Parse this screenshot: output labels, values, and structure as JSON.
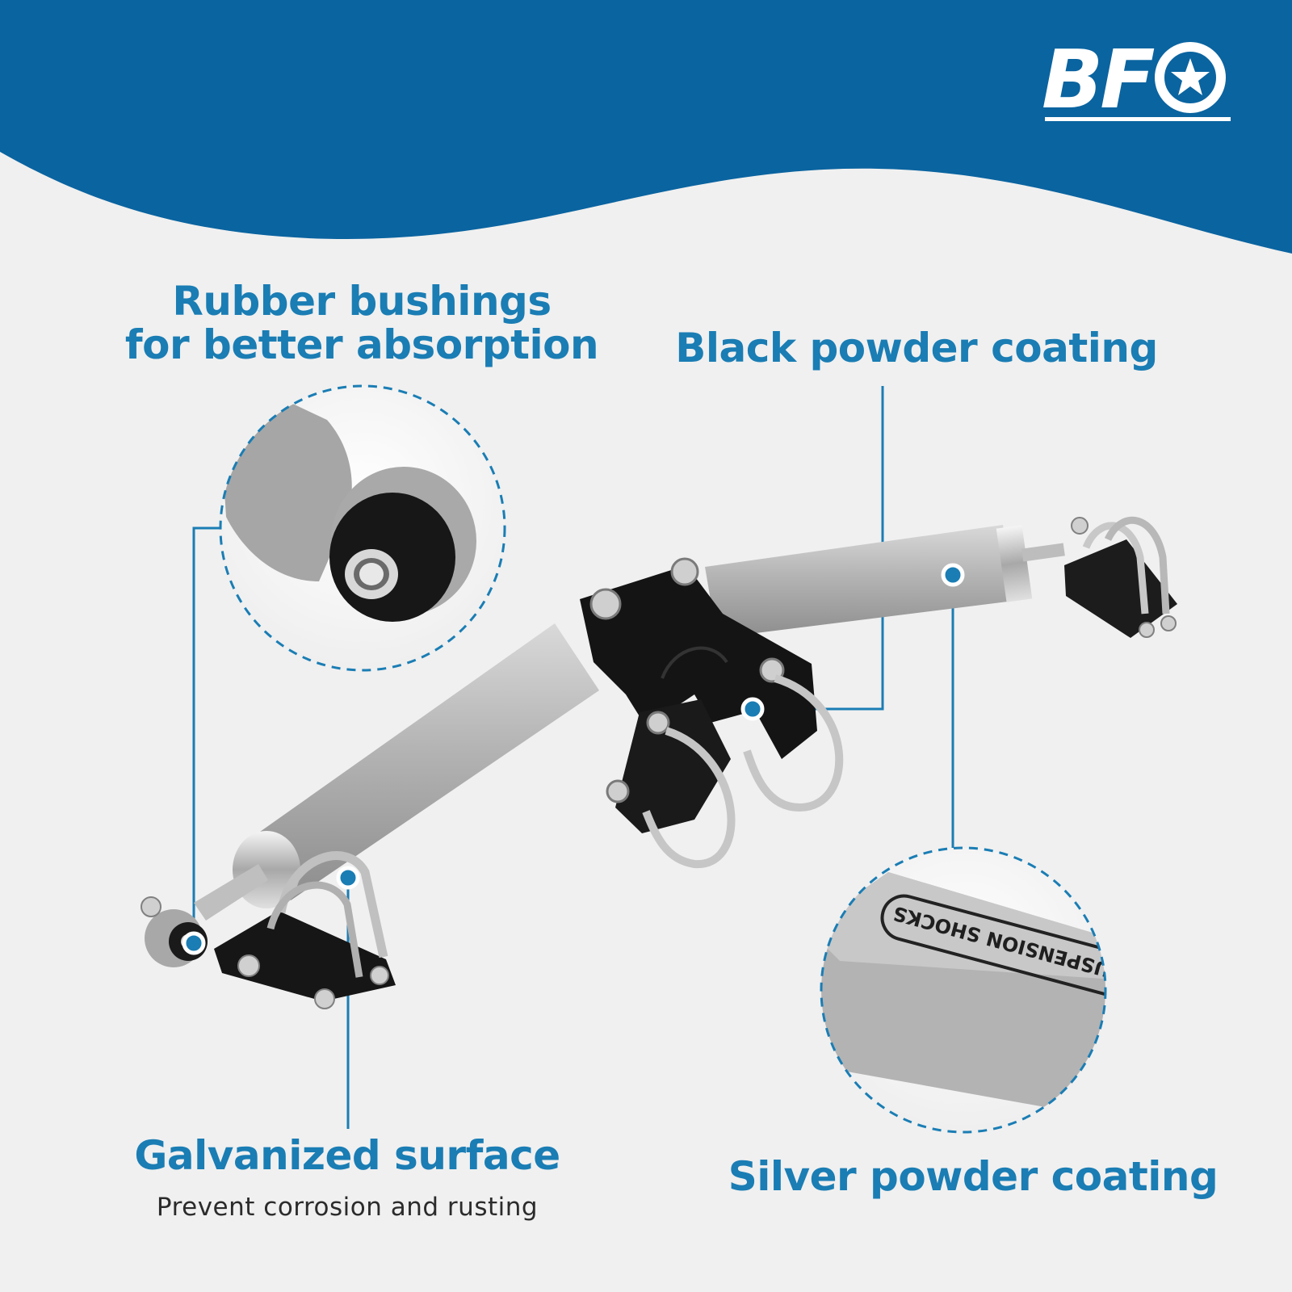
{
  "brand": {
    "logo_text": "BF",
    "color": "#ffffff",
    "icon": "star-circle-icon"
  },
  "colors": {
    "header_blue": "#0a64a0",
    "accent": "#1a7db4",
    "background": "#f0f0f0",
    "text_dark": "#2b2b2b"
  },
  "callouts": {
    "rubber": {
      "line1": "Rubber bushings",
      "line2": "for better absorption"
    },
    "black": {
      "title": "Black powder coating"
    },
    "galvanized": {
      "title": "Galvanized surface",
      "subtitle": "Prevent corrosion and rusting"
    },
    "silver": {
      "title": "Silver powder coating"
    }
  },
  "product": {
    "shock_print": "SUSPENSION SHOCKS"
  }
}
